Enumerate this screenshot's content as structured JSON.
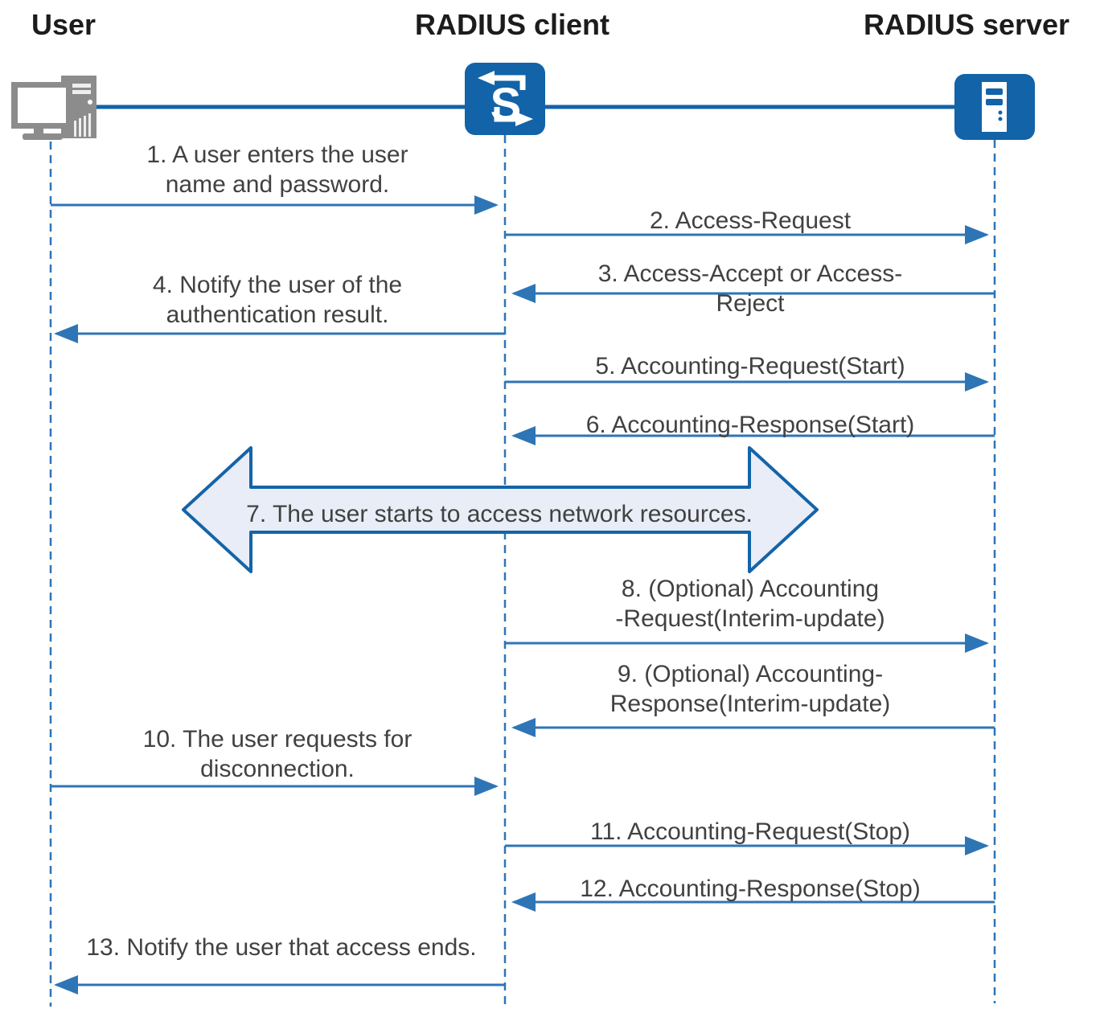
{
  "actors": {
    "user": {
      "label": "User"
    },
    "client": {
      "label": "RADIUS client",
      "icon_letter": "S"
    },
    "server": {
      "label": "RADIUS server"
    }
  },
  "messages": {
    "m1": {
      "label": "1. A user enters the user\nname and password.",
      "from": "User",
      "to": "RADIUS client"
    },
    "m2": {
      "label": "2. Access-Request",
      "from": "RADIUS client",
      "to": "RADIUS server"
    },
    "m3": {
      "label": "3. Access-Accept or Access-Reject",
      "from": "RADIUS server",
      "to": "RADIUS client"
    },
    "m4": {
      "label": "4. Notify the user of the\nauthentication result.",
      "from": "RADIUS client",
      "to": "User"
    },
    "m5": {
      "label": "5. Accounting-Request(Start)",
      "from": "RADIUS client",
      "to": "RADIUS server"
    },
    "m6": {
      "label": "6. Accounting-Response(Start)",
      "from": "RADIUS server",
      "to": "RADIUS client"
    },
    "m7": {
      "label": "7. The user starts to access network resources.",
      "from": "User",
      "to": "RADIUS server",
      "style": "double-headed banner arrow"
    },
    "m8": {
      "label": "8. (Optional) Accounting\n-Request(Interim-update)",
      "from": "RADIUS client",
      "to": "RADIUS server"
    },
    "m9": {
      "label": "9. (Optional) Accounting-\nResponse(Interim-update)",
      "from": "RADIUS server",
      "to": "RADIUS client"
    },
    "m10": {
      "label": "10. The user requests for\ndisconnection.",
      "from": "User",
      "to": "RADIUS client"
    },
    "m11": {
      "label": "11. Accounting-Request(Stop)",
      "from": "RADIUS client",
      "to": "RADIUS server"
    },
    "m12": {
      "label": "12. Accounting-Response(Stop)",
      "from": "RADIUS server",
      "to": "RADIUS client"
    },
    "m13": {
      "label": "13. Notify the user that access ends.",
      "from": "RADIUS client",
      "to": "User"
    }
  },
  "colors": {
    "icon_blue": "#1263A8",
    "arrow_blue": "#2E75B6",
    "text_gray": "#414141",
    "header_black": "#1c1c1c",
    "banner_fill": "#E8EDF7",
    "computer_gray": "#8C8C8C"
  }
}
